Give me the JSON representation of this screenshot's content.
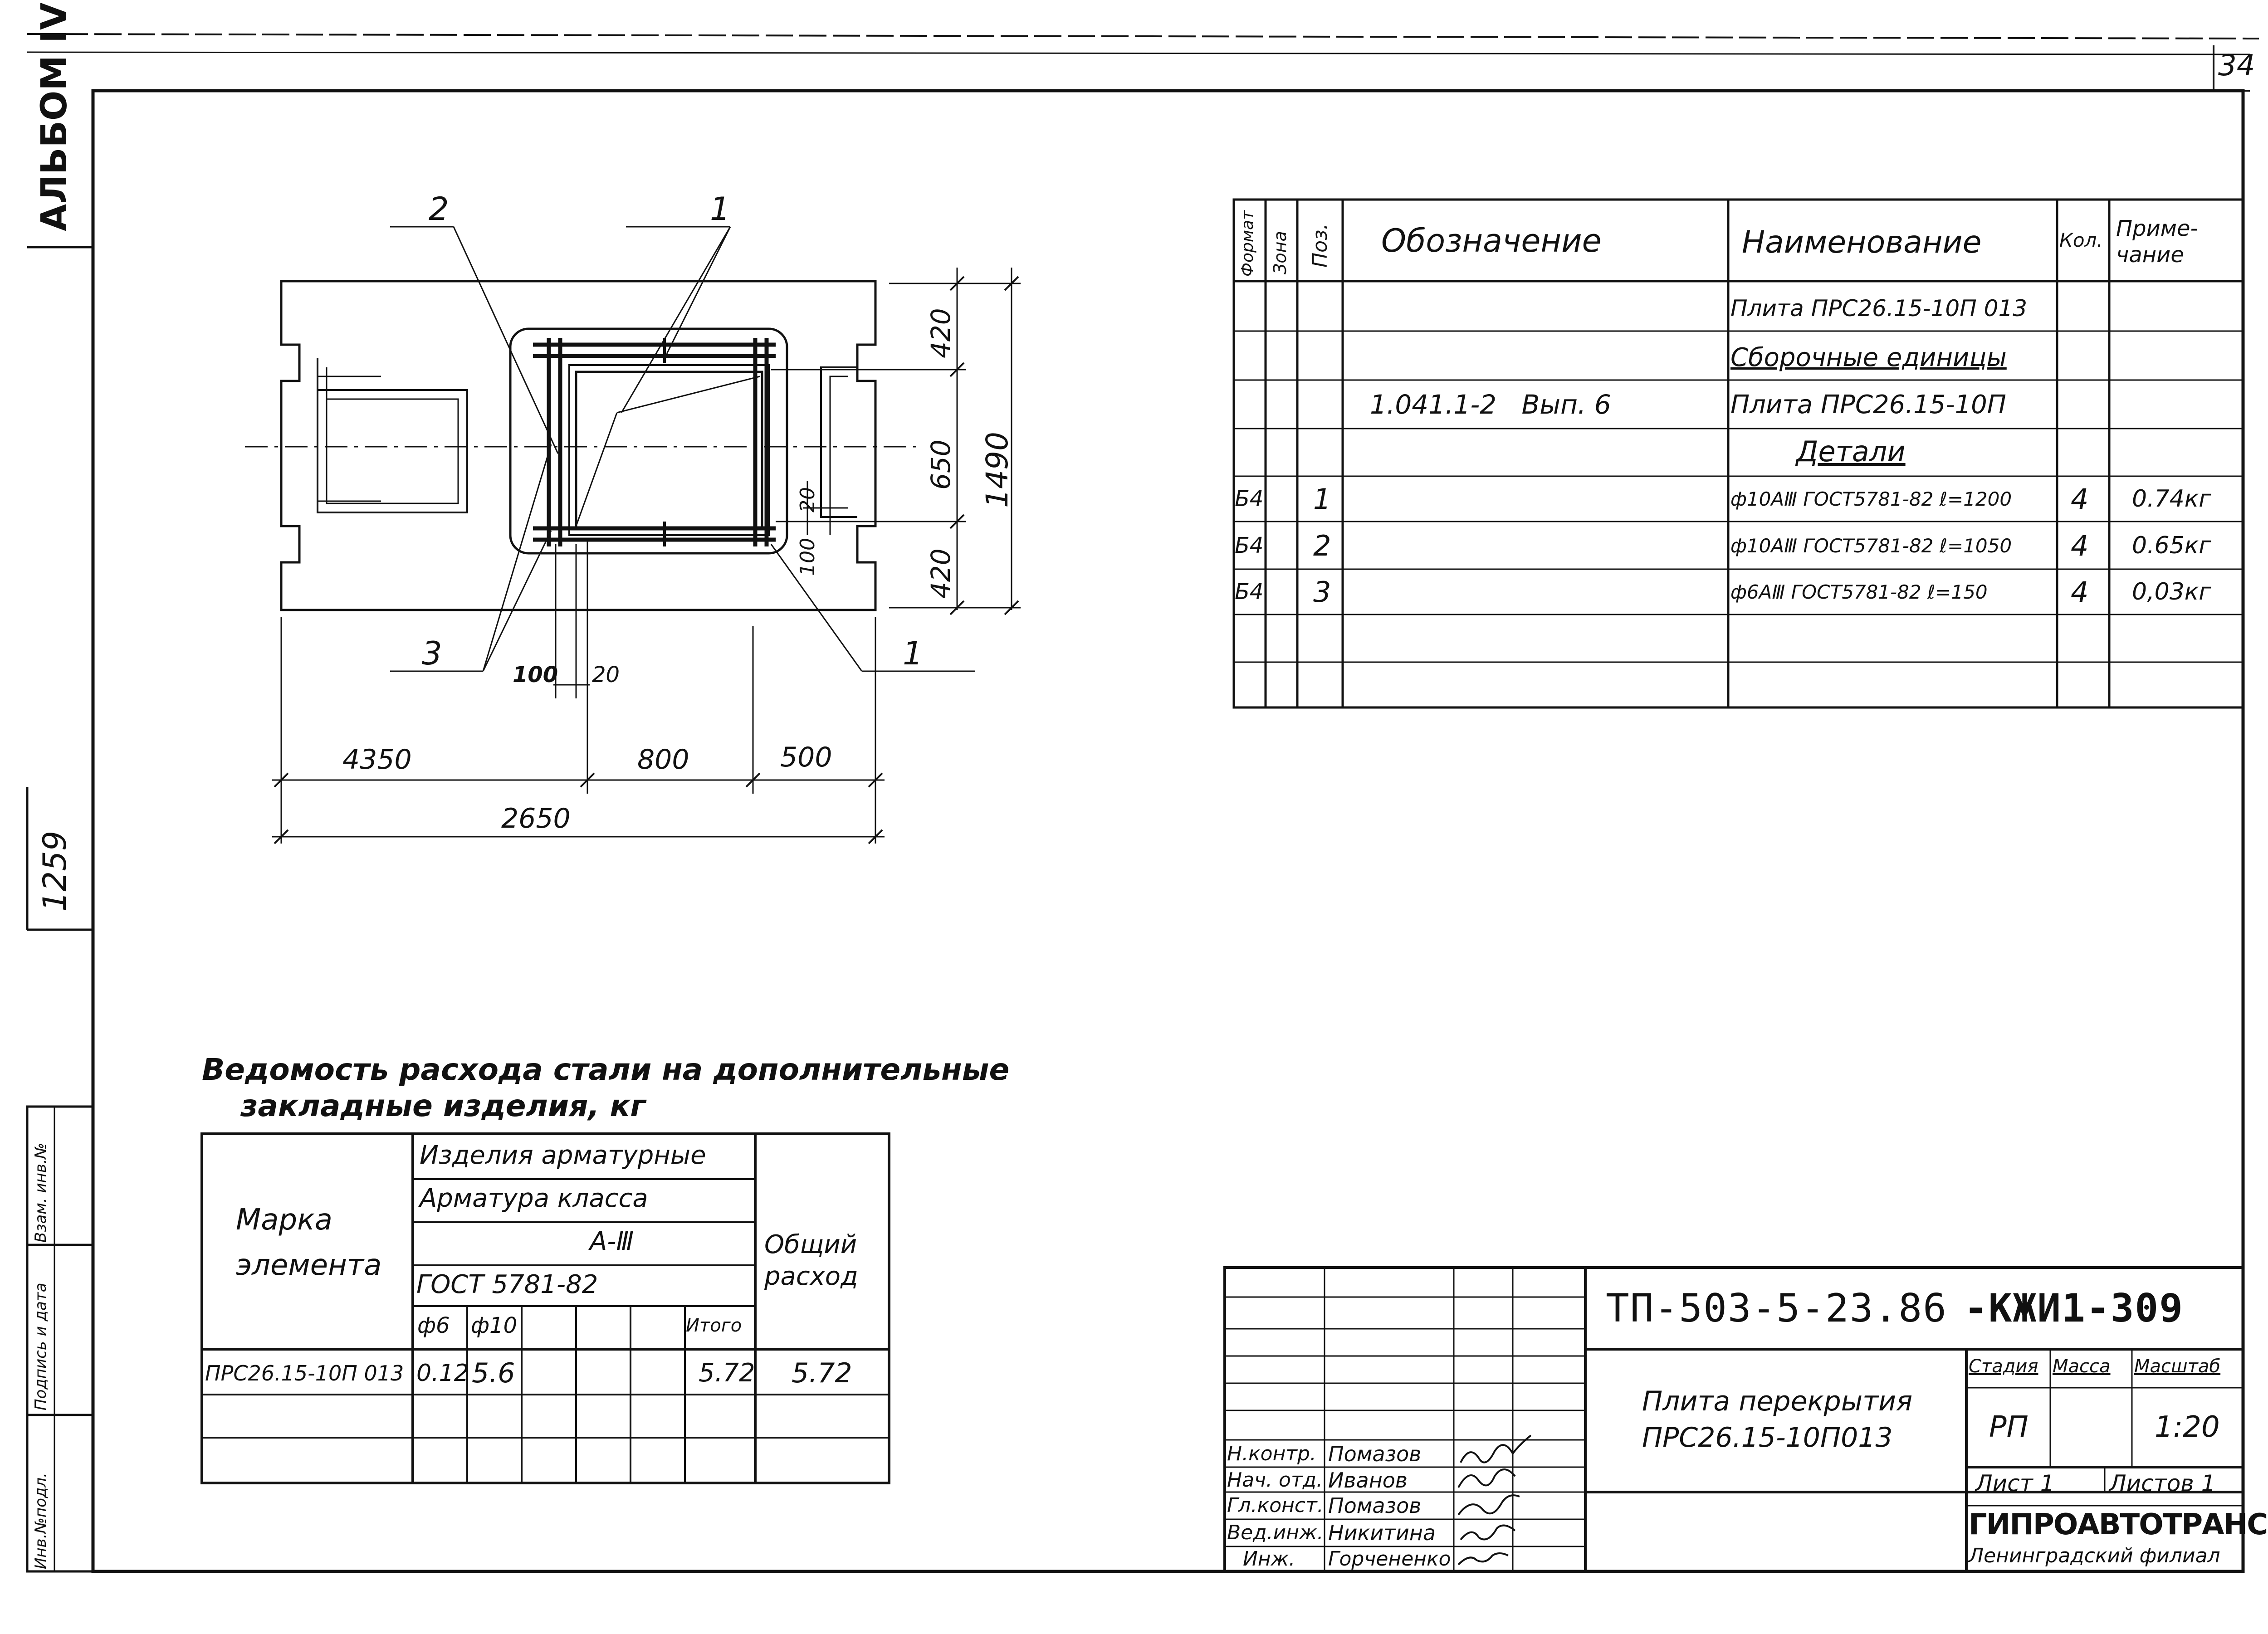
{
  "sheet_number": "34",
  "side_stamp": {
    "album": "АЛЬБОМ IV",
    "inv_number": "1259",
    "fields": [
      "Инв.№подл.",
      "Подпись и дата",
      "Взам. инв.№"
    ]
  },
  "drawing": {
    "callouts": [
      "1",
      "2",
      "3",
      "1"
    ],
    "dims_right": [
      "420",
      "650",
      "420",
      "1490"
    ],
    "dims_inner": [
      "20",
      "100"
    ],
    "dims_bottom_small": [
      "100",
      "20"
    ],
    "dims_bottom": [
      "4350",
      "800",
      "500"
    ],
    "dim_total": "2650"
  },
  "spec_table": {
    "headers": {
      "format": "Формат",
      "zone": "Зона",
      "pos": "Поз.",
      "designation": "Обозначение",
      "name": "Наименование",
      "qty": "Кол.",
      "note": "Приме-\nчание"
    },
    "rows": [
      {
        "format": "",
        "pos": "",
        "designation": "",
        "name": "Плита ПРС26.15-10П 013",
        "qty": "",
        "note": "",
        "underline": false
      },
      {
        "format": "",
        "pos": "",
        "designation": "",
        "name": "Сборочные единицы",
        "qty": "",
        "note": "",
        "underline": true
      },
      {
        "format": "",
        "pos": "",
        "designation": "1.041.1-2   Вып. 6",
        "name": "Плита ПРС26.15-10П",
        "qty": "",
        "note": "",
        "underline": false
      },
      {
        "format": "",
        "pos": "",
        "designation": "",
        "name": "Детали",
        "qty": "",
        "note": "",
        "underline": true,
        "center": true
      },
      {
        "format": "Б4",
        "pos": "1",
        "designation": "",
        "name": "ф10АⅢ ГОСТ5781-82 ℓ=1200",
        "qty": "4",
        "note": "0.74кг",
        "underline": false
      },
      {
        "format": "Б4",
        "pos": "2",
        "designation": "",
        "name": "ф10АⅢ ГОСТ5781-82 ℓ=1050",
        "qty": "4",
        "note": "0.65кг",
        "underline": false
      },
      {
        "format": "Б4",
        "pos": "3",
        "designation": "",
        "name": "ф6АⅢ ГОСТ5781-82 ℓ=150",
        "qty": "4",
        "note": "0,03кг",
        "underline": false
      },
      {
        "format": "",
        "pos": "",
        "designation": "",
        "name": "",
        "qty": "",
        "note": "",
        "underline": false
      },
      {
        "format": "",
        "pos": "",
        "designation": "",
        "name": "",
        "qty": "",
        "note": "",
        "underline": false
      }
    ]
  },
  "steel_table": {
    "title_line1": "Ведомость расхода стали на дополнительные",
    "title_line2": "закладные изделия, кг",
    "mark_label": "Марка\nэлемента",
    "h1": "Изделия арматурные",
    "h2": "Арматура класса",
    "h3": "А-Ⅲ",
    "h4": "ГОСТ 5781-82",
    "col_d6": "ф6",
    "col_d10": "ф10",
    "col_total": "Итого",
    "overall": "Общий\nрасход",
    "row_mark": "ПРС26.15-10П 013",
    "row_d6": "0.12",
    "row_d10": "5.6",
    "row_total": "5.72",
    "row_overall": "5.72"
  },
  "title_block": {
    "code": "ТП-503-5-23.86",
    "code_suffix": "-КЖИ1-309",
    "description": "Плита перекрытия\nПРС26.15-10П013",
    "stage_label": "Стадия",
    "mass_label": "Масса",
    "scale_label": "Масштаб",
    "stage": "РП",
    "scale": "1:20",
    "sheet_label": "Лист 1",
    "sheets_label": "Листов 1",
    "org": "ГИПРОАВТОТРАНС",
    "branch": "Ленинградский филиал",
    "staff": [
      {
        "role": "Н.контр.",
        "name": "Помазов"
      },
      {
        "role": "Нач. отд.",
        "name": "Иванов"
      },
      {
        "role": "Гл.конст.",
        "name": "Помазов"
      },
      {
        "role": "Вед.инж.",
        "name": "Никитина"
      },
      {
        "role": "Инж.",
        "name": "Горчененко"
      }
    ]
  }
}
